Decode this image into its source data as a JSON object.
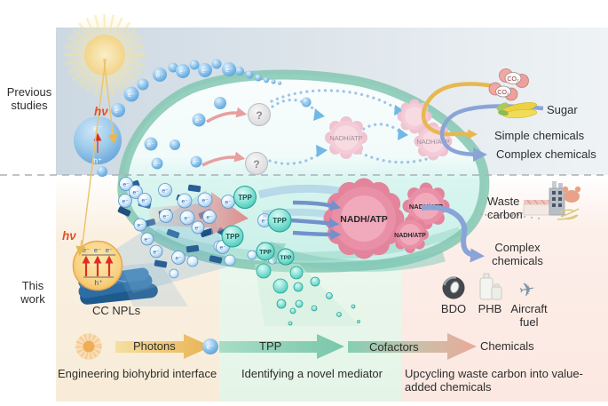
{
  "sections": {
    "previous_studies": "Previous studies",
    "this_work": "This work"
  },
  "labels": {
    "hv": "hν",
    "electron": "e⁻",
    "hole": "h⁺",
    "question_mark": "?",
    "nadh_atp": "NADH/ATP",
    "tpp": "TPP",
    "co2": "CO₂",
    "sugar": "Sugar",
    "simple_chemicals": "Simple chemicals",
    "complex_chemicals": "Complex chemicals",
    "waste_carbon": "Waste carbon",
    "cc_npls": "CC NPLs",
    "bdo": "BDO",
    "phb": "PHB",
    "aircraft_fuel": "Aircraft fuel"
  },
  "flow": {
    "step1": "Photons",
    "step2": "TPP",
    "step3": "Cofactors",
    "step4": "Chemicals"
  },
  "captions": {
    "panel1": "Engineering biohybrid interface",
    "panel2": "Identifying a novel mediator",
    "panel3": "Upcycling waste carbon into value-added chemicals"
  },
  "colors": {
    "membrane_teal": "#84c7b2",
    "electron_blue": "#5aa5de",
    "tpp_teal": "#45cabb",
    "nadh_pink_strong": "#e787a0",
    "nadh_pink_light": "#f3ccd8",
    "photon_yellow": "#eec05e",
    "cofactor_pink": "#eaab9c",
    "light_red_hv": "#e0502a",
    "panel_cream": "#f9eedd",
    "panel_green": "#e8f6ea",
    "panel_pink": "#fcebe5"
  },
  "icons": {
    "sun_icon": "radial-sun-glow",
    "photocatalyst_sphere_icon": "blue-sphere",
    "semiconductor_band_icon": "orange-circle-with-arrows",
    "question_icon": "gray-circle",
    "co2_molecule_icon": "pink-sphere-cluster",
    "corn_icon": "yellow-cobs",
    "factory_icon": "building-with-chimneys",
    "crab_icon": "crab-shell",
    "straw_icon": "yellow-straw",
    "tire_icon": "black-torus",
    "jugs_icon": "white-bottles",
    "airplane_icon": "✈",
    "cc_npls_icon": "blue-nanosheets"
  }
}
